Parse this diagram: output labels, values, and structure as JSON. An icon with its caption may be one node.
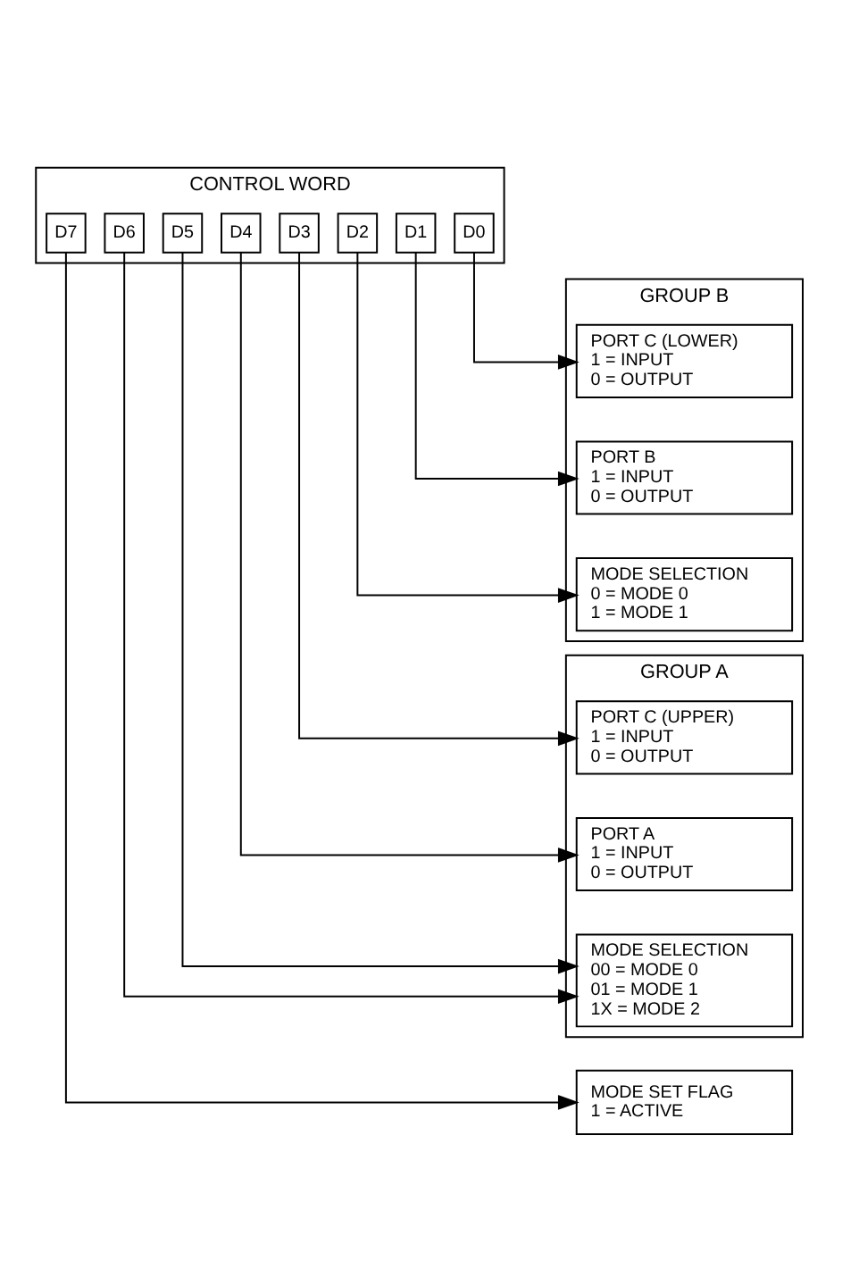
{
  "diagram": {
    "nodes": [
      {
        "text": [
          "CONTROL WORD"
        ]
      },
      {
        "text": [
          "D7"
        ],
        "in": 0
      },
      {
        "text": [
          "D6"
        ],
        "in": 0
      },
      {
        "text": [
          "D5"
        ],
        "in": 0
      },
      {
        "text": [
          "D4"
        ],
        "in": 0
      },
      {
        "text": [
          "D3"
        ],
        "in": 0
      },
      {
        "text": [
          "D2"
        ],
        "in": 0
      },
      {
        "text": [
          "D1"
        ],
        "in": 0
      },
      {
        "text": [
          "D0"
        ],
        "in": 0
      },
      {
        "text": [
          "GROUP B"
        ]
      },
      {
        "text": [
          "PORT C (LOWER)",
          "1 = INPUT",
          "0 = OUTPUT"
        ],
        "in": 9
      },
      {
        "text": [
          "PORT B",
          "1 = INPUT",
          "0 = OUTPUT"
        ],
        "in": 9
      },
      {
        "text": [
          "MODE SELECTION",
          "0 = MODE 0",
          "1 = MODE 1"
        ],
        "in": 9
      },
      {
        "text": [
          "GROUP A"
        ]
      },
      {
        "text": [
          "PORT C (UPPER)",
          "1 = INPUT",
          "0 = OUTPUT"
        ],
        "in": 13
      },
      {
        "text": [
          "PORT A",
          "1 = INPUT",
          "0 = OUTPUT"
        ],
        "in": 13
      },
      {
        "text": [
          "MODE SELECTION",
          "00 = MODE 0",
          "01 = MODE 1",
          "1X = MODE 2"
        ],
        "in": 13
      },
      {
        "text": [
          "MODE SET FLAG",
          "1 = ACTIVE"
        ]
      }
    ],
    "edges": [
      {
        "from": 8,
        "to": 10,
        "arrow": "to"
      },
      {
        "from": 7,
        "to": 11,
        "arrow": "to"
      },
      {
        "from": 6,
        "to": 12,
        "arrow": "to"
      },
      {
        "from": 5,
        "to": 14,
        "arrow": "to"
      },
      {
        "from": 4,
        "to": 15,
        "arrow": "to"
      },
      {
        "from": 3,
        "to": 16,
        "arrow": "to"
      },
      {
        "from": 2,
        "to": 16,
        "arrow": "to"
      },
      {
        "from": 1,
        "to": 17,
        "arrow": "to"
      }
    ]
  }
}
